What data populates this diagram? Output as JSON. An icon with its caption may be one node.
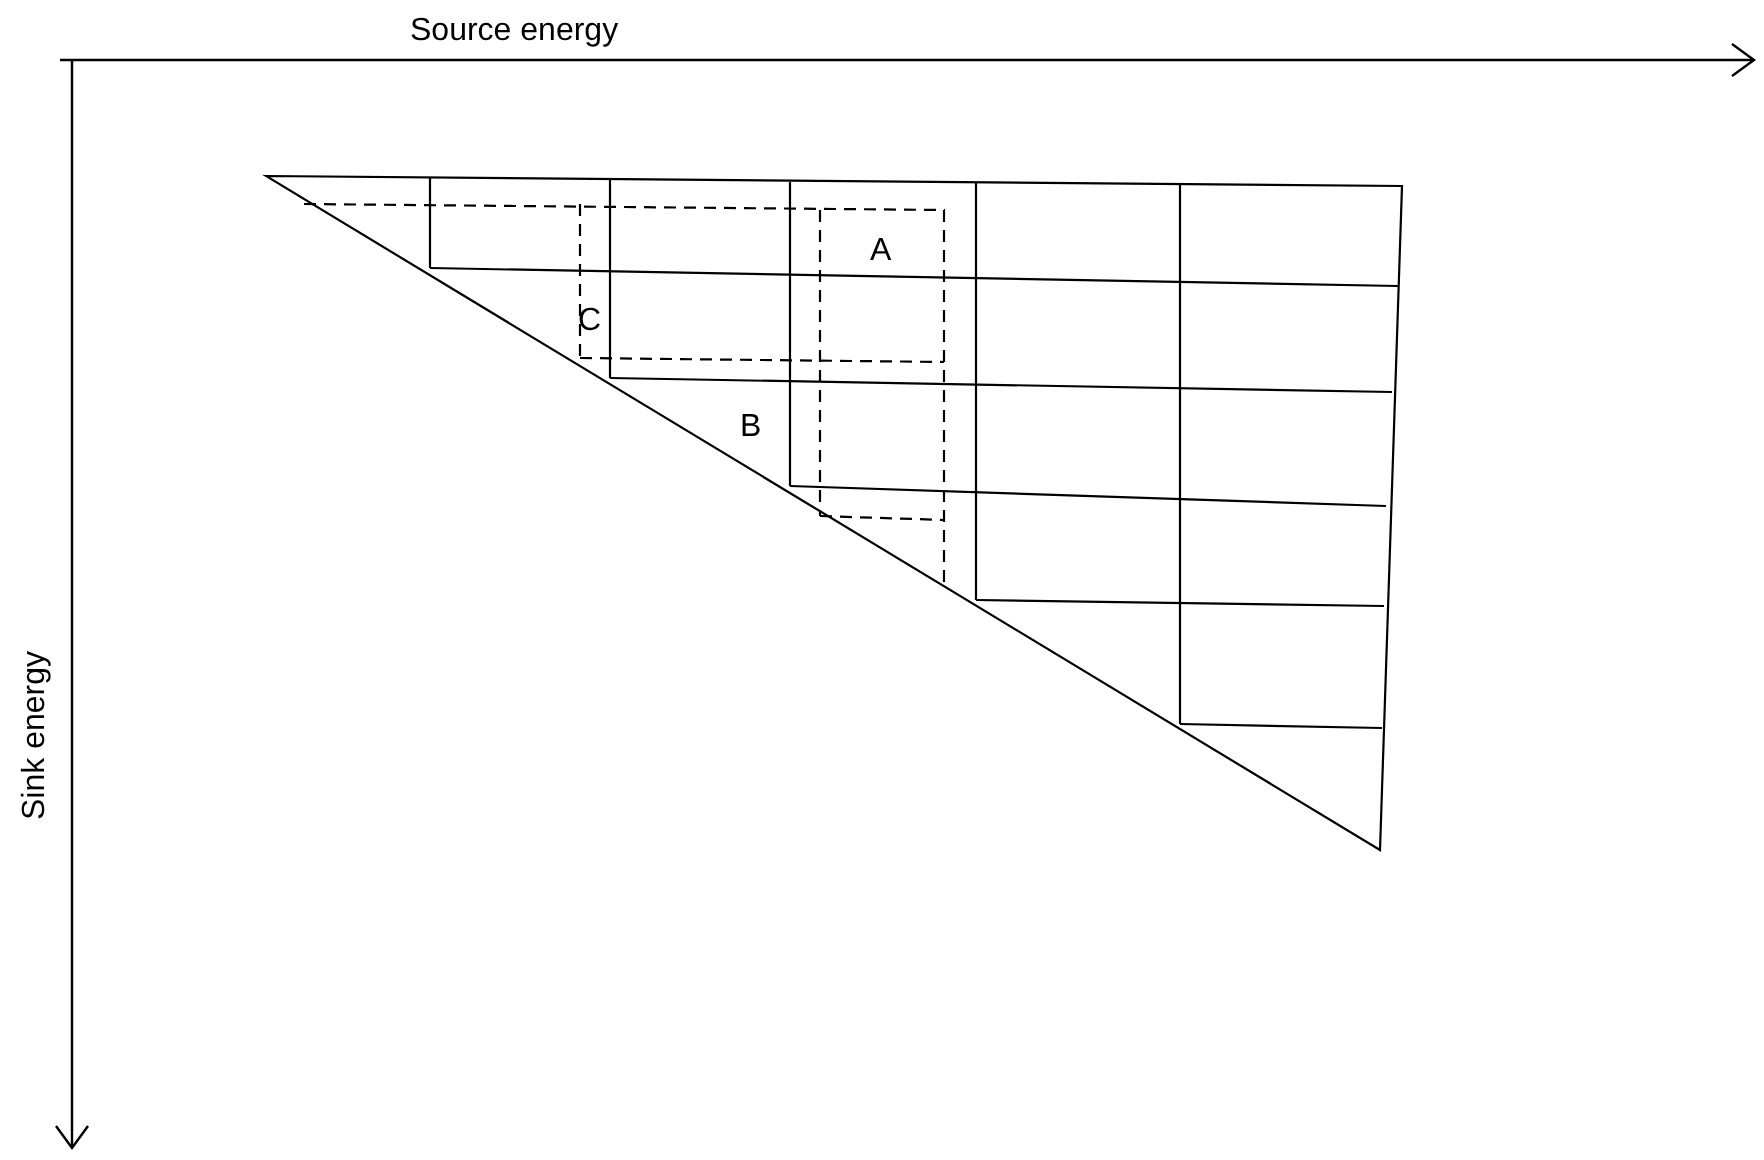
{
  "diagram": {
    "labels": [
      "Source energy",
      "Sink energy",
      "A",
      "C",
      "B"
    ]
  }
}
